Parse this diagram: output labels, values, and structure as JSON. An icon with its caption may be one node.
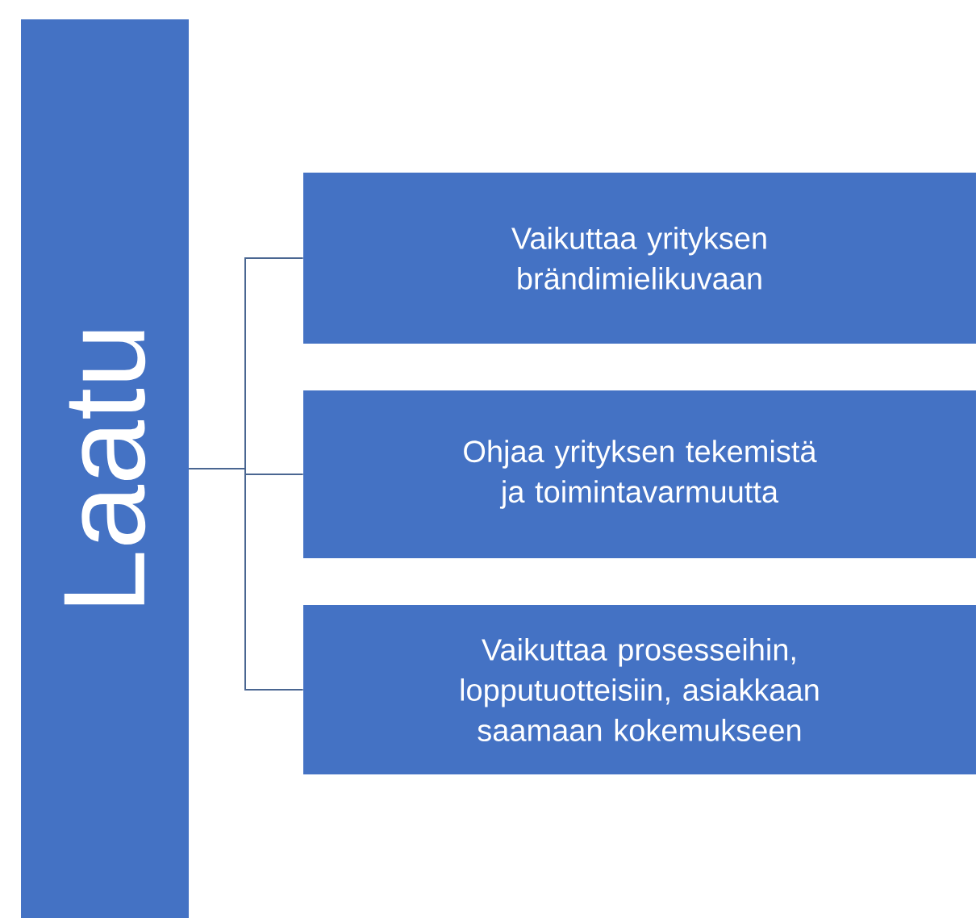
{
  "diagram": {
    "nodes": [
      {
        "text": [
          "Laatu"
        ]
      },
      {
        "text": [
          "Vaikuttaa yrityksen brändimielikuvaan"
        ]
      },
      {
        "text": [
          "Ohjaa yrityksen tekemistä ja toimintavarmuutta"
        ]
      },
      {
        "text": [
          "Vaikuttaa prosesseihin, lopputuotteisiin, asiakkaan saamaan kokemukseen"
        ]
      }
    ],
    "edges": [
      {
        "from": 0,
        "to": 1,
        "arrow": "none"
      },
      {
        "from": 0,
        "to": 2,
        "arrow": "none"
      },
      {
        "from": 0,
        "to": 3,
        "arrow": "none"
      }
    ]
  }
}
